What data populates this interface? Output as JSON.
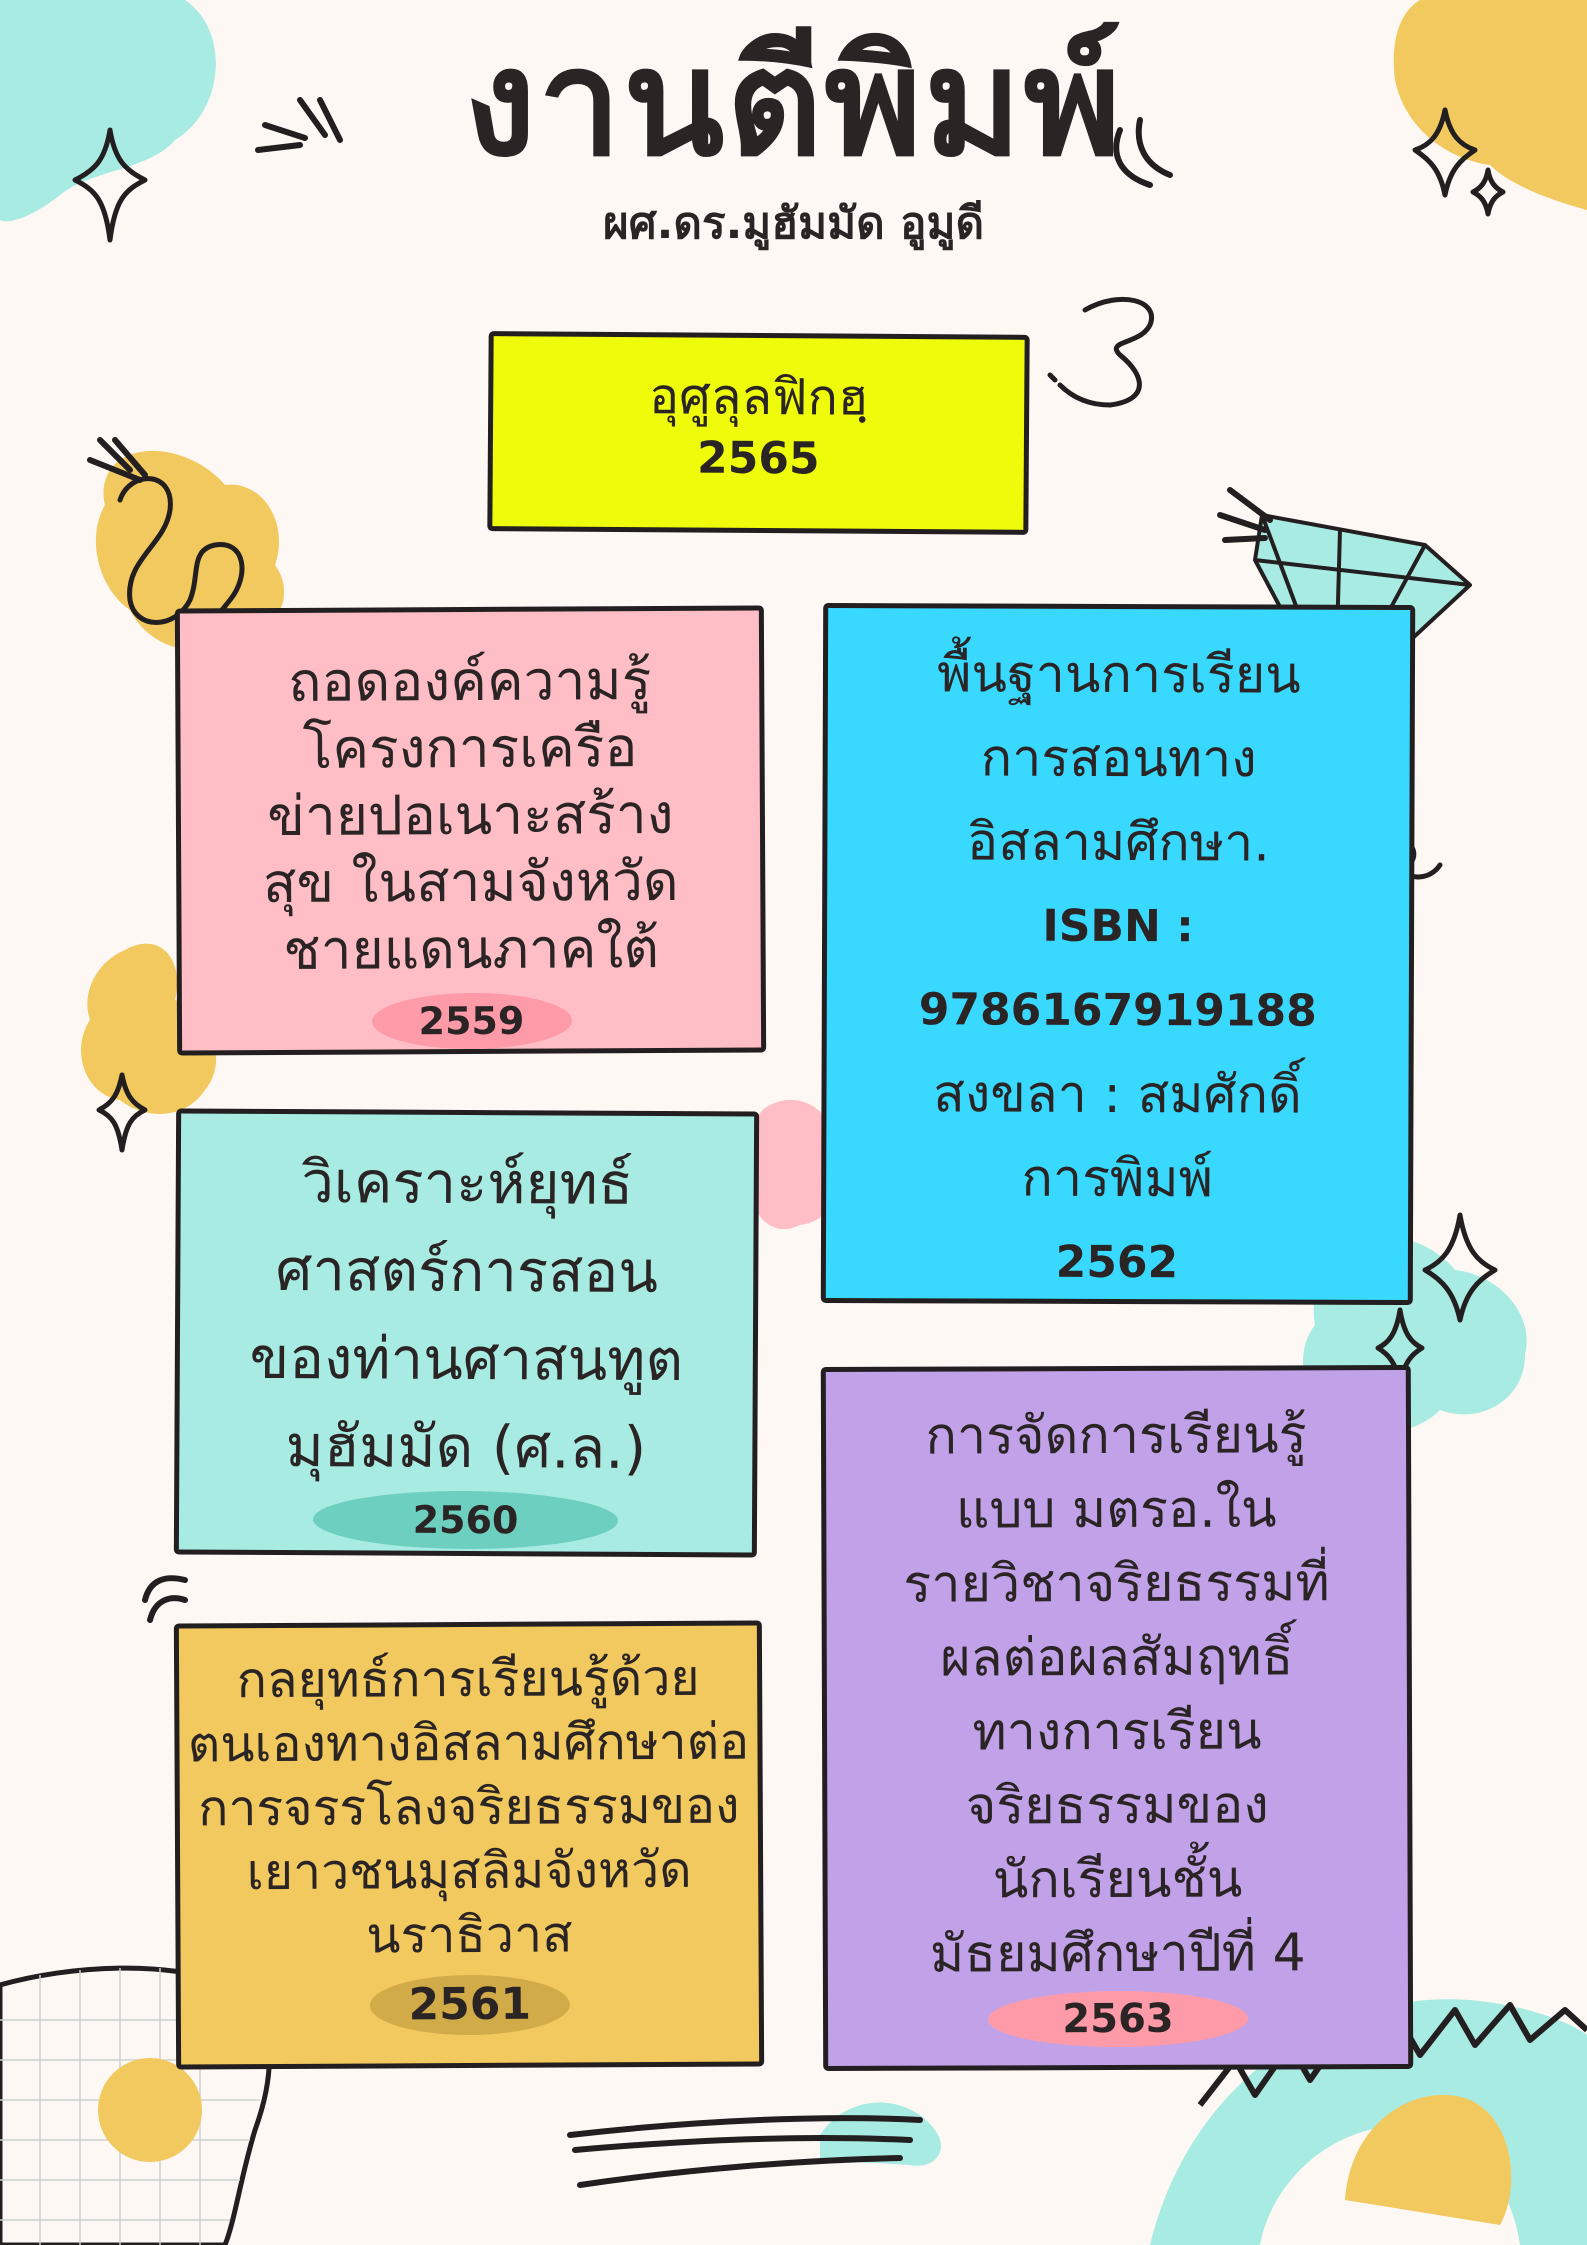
{
  "page": {
    "title": "งานตีพิมพ์",
    "author": "ผศ.ดร.มูฮัมมัด อูมูดี"
  },
  "colors": {
    "background": "#fdf8f4",
    "yellow_card": "#eefb0a",
    "pink_card": "#ffbec5",
    "blue_card": "#38d8ff",
    "mint_card": "#a8ebe3",
    "mustard_card": "#f2c95e",
    "purple_card": "#c1a1e8",
    "outline": "#231f20"
  },
  "publications": [
    {
      "lines": [
        "อุศูลุลฟิกฮฺ",
        "2565"
      ]
    },
    {
      "lines": [
        "ถอดองค์ความรู้",
        "โครงการเครือ",
        "ข่ายปอเนาะสร้าง",
        "สุข ในสามจังหวัด",
        "ชายแดนภาคใต้"
      ],
      "year": "2559"
    },
    {
      "lines": [
        "พื้นฐานการเรียน",
        "การสอนทาง",
        "อิสลามศึกษา.",
        "ISBN :",
        "9786167919188",
        "สงขลา : สมศักดิ์",
        "การพิมพ์"
      ],
      "year": "2562"
    },
    {
      "lines": [
        "วิเคราะห์ยุทธ์",
        "ศาสตร์การสอน",
        "ของท่านศาสนทูต",
        "มุฮัมมัด (ศ.ล.)"
      ],
      "year": "2560"
    },
    {
      "lines": [
        "กลยุทธ์การเรียนรู้ด้วย",
        "ตนเองทางอิสลามศึกษาต่อ",
        "การจรรโลงจริยธรรมของ",
        "เยาวชนมุสลิมจังหวัด",
        "นราธิวาส"
      ],
      "year": "2561"
    },
    {
      "lines": [
        "การจัดการเรียนรู้",
        "แบบ มตรอ.ใน",
        "รายวิชาจริยธรรมที่",
        "ผลต่อผลสัมฤทธิ์",
        "ทางการเรียน",
        "จริยธรรมของ",
        "นักเรียนชั้น",
        "มัธยมศึกษาปีที่ 4"
      ],
      "year": "2563"
    }
  ]
}
